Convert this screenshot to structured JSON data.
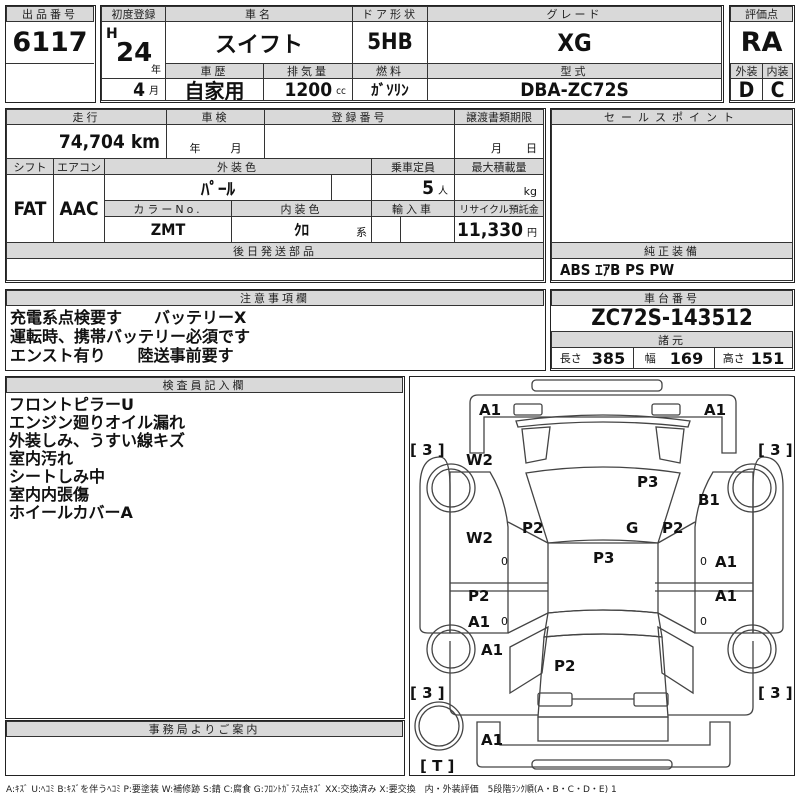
{
  "lot": {
    "label": "出品番号",
    "value": "6117"
  },
  "first_reg": {
    "label": "初度登録",
    "era": "H",
    "year": "24",
    "year_unit": "年",
    "month": "4",
    "month_unit": "月"
  },
  "car_name": {
    "label": "車名",
    "value": "スイフト"
  },
  "door": {
    "label": "ドア形状",
    "value": "5HB"
  },
  "grade": {
    "label": "グレード",
    "value": "XG"
  },
  "score": {
    "label": "評価点",
    "value": "RA",
    "ext_label": "外装",
    "ext_value": "D",
    "int_label": "内装",
    "int_value": "C"
  },
  "history": {
    "label": "車歴",
    "value": "自家用"
  },
  "displacement": {
    "label": "排気量",
    "value": "1200",
    "unit": "cc"
  },
  "fuel": {
    "label": "燃料",
    "value": "ｶﾞｿﾘﾝ"
  },
  "model": {
    "label": "型式",
    "value": "DBA-ZC72S"
  },
  "mileage": {
    "label": "走行",
    "value": "74,704",
    "unit": "km"
  },
  "inspection": {
    "label": "車検",
    "year_unit": "年",
    "month_unit": "月"
  },
  "reg_no": {
    "label": "登録番号"
  },
  "transfer": {
    "label": "譲渡書類期限",
    "month_unit": "月",
    "day_unit": "日"
  },
  "shift": {
    "label": "シフト",
    "value": "FAT"
  },
  "aircon": {
    "label": "エアコン",
    "value": "AAC"
  },
  "ext_color": {
    "label": "外装色",
    "value": "ﾊﾟｰﾙ"
  },
  "capacity": {
    "label": "乗車定員",
    "value": "5",
    "unit": "人"
  },
  "max_load": {
    "label": "最大積載量",
    "unit": "kg"
  },
  "color_no": {
    "label": "カラーNo.",
    "value": "ZMT"
  },
  "int_color": {
    "label": "内装色",
    "value": "ｸﾛ",
    "unit": "系"
  },
  "import": {
    "label": "輸入車"
  },
  "recycle": {
    "label": "リサイクル預託金",
    "value": "11,330",
    "unit": "円"
  },
  "later_parts": {
    "label": "後日発送部品"
  },
  "sales_point": {
    "label": "セールスポイント"
  },
  "equipment": {
    "label": "純正装備",
    "value": "ABS ｴｱB PS PW"
  },
  "caution": {
    "label": "注意事項欄",
    "lines": [
      "充電系点検要す　　バッテリーX",
      "運転時、携帯バッテリー必須です",
      "エンスト有り　　陸送事前要す"
    ]
  },
  "chassis": {
    "label": "車台番号",
    "value": "ZC72S-143512"
  },
  "specs": {
    "label": "諸元",
    "length_label": "長さ",
    "length": "385",
    "width_label": "幅",
    "width": "169",
    "height_label": "高さ",
    "height": "151"
  },
  "inspector": {
    "label": "検査員記入欄",
    "lines": [
      "フロントピラーU",
      "エンジン廻りオイル漏れ",
      "外装しみ、うすい線キズ",
      "室内汚れ",
      "シートしみ中",
      "室内内張傷",
      "ホイールカバーA"
    ]
  },
  "office": {
    "label": "事務局よりご案内"
  },
  "diagram": {
    "marks": [
      "A1",
      "A1",
      "[ 3 ]",
      "[ 3 ]",
      "W2",
      "P3",
      "B1",
      "P2",
      "G",
      "P2",
      "W2",
      "P3",
      "A1",
      "P2",
      "A1",
      "A1",
      "A1",
      "P2",
      "[ 3 ]",
      "[ 3 ]",
      "A1",
      "[ T ]",
      "0",
      "0",
      "0",
      "0"
    ]
  },
  "legend": "A:ｷｽﾞ U:ﾍｺﾐ B:ｷｽﾞを伴うﾍｺﾐ P:要塗装 W:補修跡 S:錆 C:腐食 G:ﾌﾛﾝﾄｶﾞﾗｽ点ｷｽﾞ XX:交換済み X:要交換　内・外装評価　5段階ﾗﾝｸ順(A・B・C・D・E) 1"
}
